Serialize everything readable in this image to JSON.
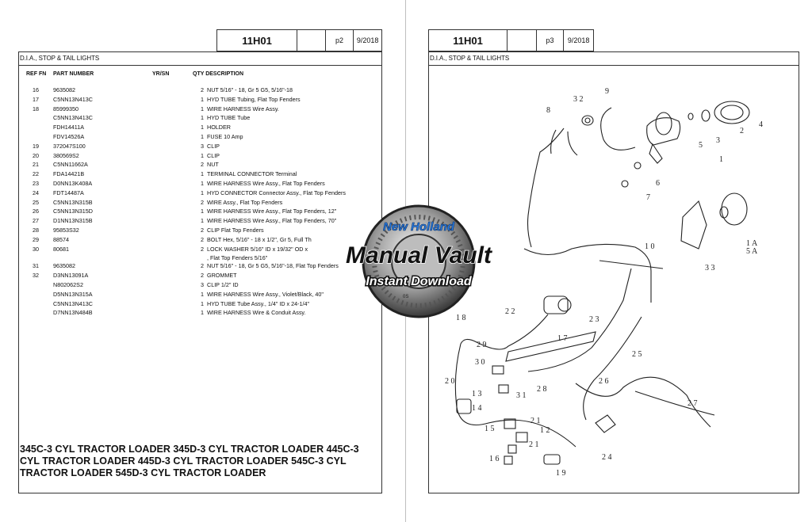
{
  "left_page": {
    "header": {
      "code": "11H01",
      "blank": "",
      "page": "p2",
      "date": "9/2018"
    },
    "section_title": "D.I.A., STOP & TAIL LIGHTS",
    "columns": {
      "ref_fn": "REF FN",
      "part_number": "PART NUMBER",
      "yr_sn": "YR/SN",
      "qty_desc": "QTY DESCRIPTION"
    },
    "rows": [
      {
        "ref": "16",
        "part": "9635082",
        "qty": "2",
        "desc": "NUT 5/16\" - 18, Gr 5 G5, 5/16\"-18"
      },
      {
        "ref": "17",
        "part": "C5NN13N413C",
        "qty": "1",
        "desc": "HYD TUBE  Tubing, Flat Top Fenders"
      },
      {
        "ref": "18",
        "part": "85999350",
        "qty": "1",
        "desc": "WIRE HARNESS  Wire Assy."
      },
      {
        "ref": "",
        "part": "C5NN13N413C",
        "qty": "1",
        "desc": "HYD TUBE  Tube"
      },
      {
        "ref": "",
        "part": "FDH14411A",
        "qty": "1",
        "desc": "HOLDER"
      },
      {
        "ref": "",
        "part": "FDV14526A",
        "qty": "1",
        "desc": "FUSE  10 Amp"
      },
      {
        "ref": "19",
        "part": "372047S100",
        "qty": "3",
        "desc": "CLIP"
      },
      {
        "ref": "20",
        "part": "380569S2",
        "qty": "1",
        "desc": "CLIP"
      },
      {
        "ref": "21",
        "part": "C5NN11662A",
        "qty": "2",
        "desc": "NUT"
      },
      {
        "ref": "22",
        "part": "FDA14421B",
        "qty": "1",
        "desc": "TERMINAL CONNECTOR  Terminal"
      },
      {
        "ref": "23",
        "part": "D0NN13K408A",
        "qty": "1",
        "desc": "WIRE HARNESS  Wire Assy., Flat Top Fenders"
      },
      {
        "ref": "24",
        "part": "FDT14487A",
        "qty": "1",
        "desc": "HYD CONNECTOR  Connector Assy., Flat Top Fenders"
      },
      {
        "ref": "25",
        "part": "C5NN13N315B",
        "qty": "2",
        "desc": "WIRE  Assy., Flat Top Fenders"
      },
      {
        "ref": "26",
        "part": "C5NN13N315D",
        "qty": "1",
        "desc": "WIRE HARNESS  Wire Assy., Flat Top Fenders, 12\""
      },
      {
        "ref": "27",
        "part": "D1NN13N315B",
        "qty": "1",
        "desc": "WIRE HARNESS  Wire Assy., Flat Top Fenders, 70\""
      },
      {
        "ref": "28",
        "part": "95853S32",
        "qty": "2",
        "desc": "CLIP  Flat Top Fenders"
      },
      {
        "ref": "29",
        "part": "88574",
        "qty": "2",
        "desc": "BOLT Hex, 5/16\" - 18 x 1/2\", Gr 5, Full Th"
      },
      {
        "ref": "30",
        "part": "80681",
        "qty": "2",
        "desc": "LOCK WASHER 5/16\" ID x 19/32\" OD x"
      },
      {
        "ref": "",
        "part": "",
        "qty": "",
        "desc": ", Flat Top Fenders 5/16\""
      },
      {
        "ref": "31",
        "part": "9635082",
        "qty": "2",
        "desc": "NUT 5/16\" - 18, Gr 5 G5, 5/16\"-18,  Flat Top Fenders"
      },
      {
        "ref": "32",
        "part": "D3NN13091A",
        "qty": "2",
        "desc": "GROMMET"
      },
      {
        "ref": "",
        "part": "N802062S2",
        "qty": "3",
        "desc": "CLIP  1/2\" ID"
      },
      {
        "ref": "",
        "part": "D5NN13N315A",
        "qty": "1",
        "desc": "WIRE HARNESS  Wire Assy., Violet/Black, 40\""
      },
      {
        "ref": "",
        "part": "C5NN13N413C",
        "qty": "1",
        "desc": "HYD TUBE  Tube Assy., 1/4\" ID x 24-1/4\""
      },
      {
        "ref": "",
        "part": "D7NN13N484B",
        "qty": "1",
        "desc": "WIRE HARNESS  Wire & Conduit Assy."
      }
    ],
    "models": "345C-3 CYL TRACTOR LOADER  345D-3 CYL TRACTOR LOADER  445C-3 CYL TRACTOR LOADER  445D-3 CYL TRACTOR LOADER  545C-3 CYL TRACTOR LOADER  545D-3 CYL TRACTOR LOADER"
  },
  "right_page": {
    "header": {
      "code": "11H01",
      "blank": "",
      "page": "p3",
      "date": "9/2018"
    },
    "section_title": "D.I.A., STOP & TAIL LIGHTS",
    "callouts": [
      "3 2",
      "9",
      "8",
      "4",
      "2",
      "3",
      "5",
      "1",
      "6",
      "7",
      "1 A",
      "5 A",
      "3 3",
      "1 0",
      "2 2",
      "1 8",
      "2 3",
      "1 7",
      "2 5",
      "2 9",
      "3 0",
      "3 1",
      "2 8",
      "2 6",
      "2 0",
      "1 3",
      "1 4",
      "2 7",
      "1 5",
      "2 1",
      "1 2",
      "2 1",
      "1 6",
      "2 4",
      "1 9"
    ]
  },
  "logo": {
    "brand": "New Holland",
    "title": "Manual Vault",
    "subtitle": "Instant Download",
    "dial_mark": "0S"
  }
}
